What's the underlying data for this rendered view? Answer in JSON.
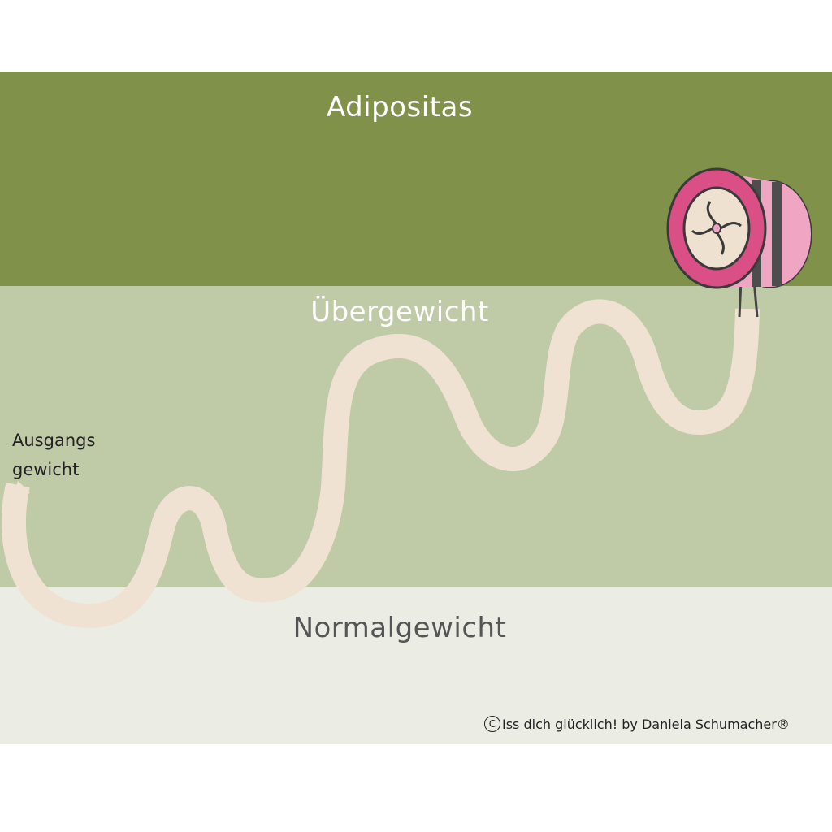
{
  "zones": {
    "adipositas": {
      "label": "Adipositas",
      "color": "#80924a"
    },
    "uebergewicht": {
      "label": "Übergewicht",
      "color": "#bfcaa6"
    },
    "normalgewicht": {
      "label": "Normalgewicht",
      "color": "#ebede4"
    }
  },
  "start_label": {
    "line1": "Ausgangs",
    "line2": "gewicht"
  },
  "copyright": {
    "symbol": "C",
    "text": "Iss dich glücklich! by Daniela Schumacher®"
  },
  "colors": {
    "path": "#efe2d2",
    "wheel_pink_dark": "#d94f86",
    "wheel_pink_light": "#eea6c3",
    "wheel_dark": "#4d4d4d",
    "wheel_center": "#eee1d0"
  },
  "icons": {
    "wheel": "hamster-wheel-icon"
  }
}
